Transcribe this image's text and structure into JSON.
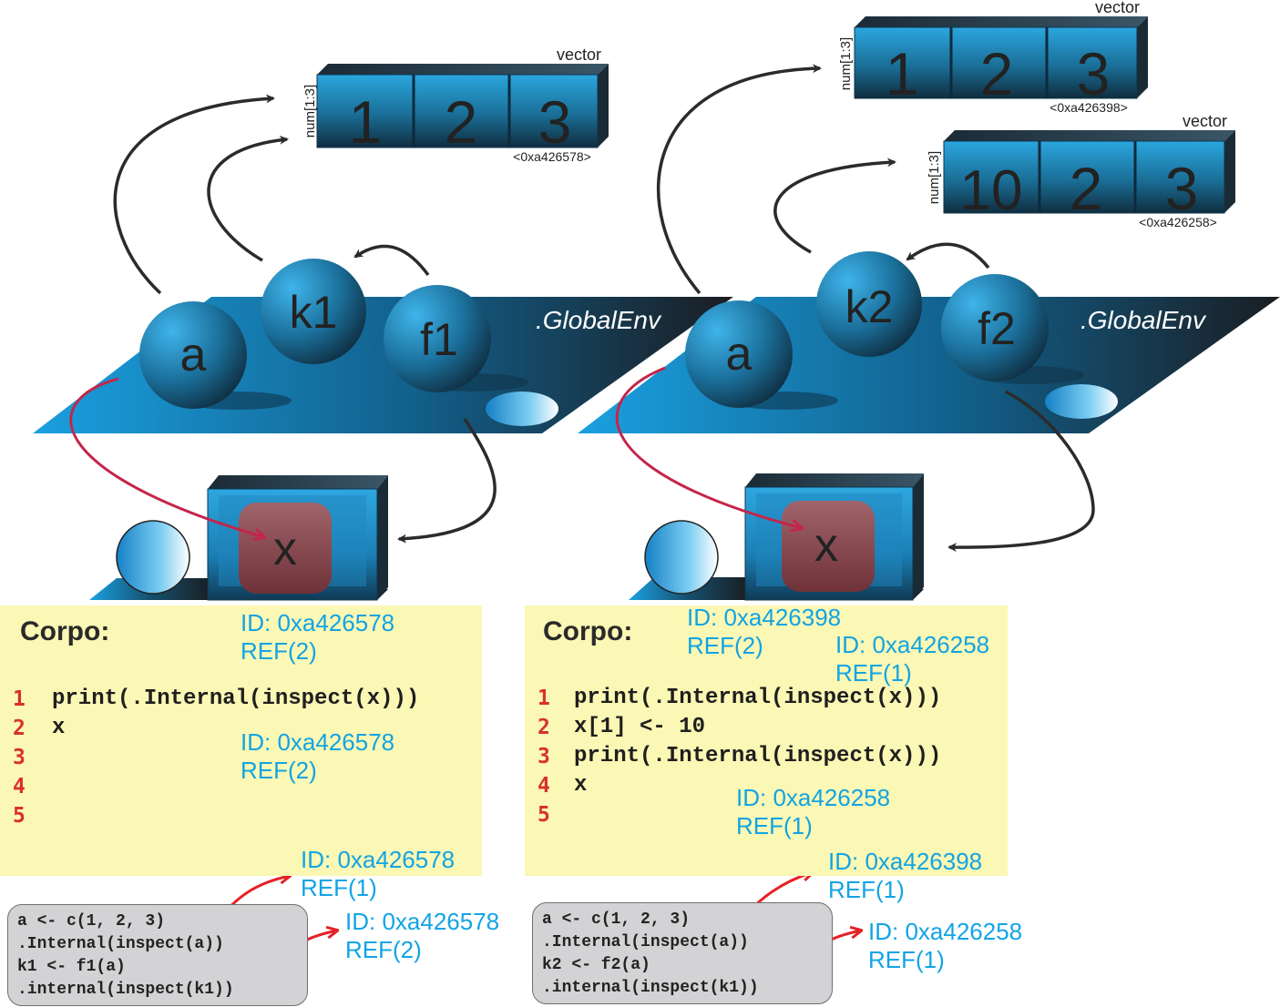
{
  "colors": {
    "cell_blue": "#1c8fc4",
    "env_blue": "#1aa0e0",
    "dark": "#1a1a1a",
    "arrow_dark": "#2b2b2b",
    "arrow_red": "#e52226",
    "arrow_crimson": "#c4254a",
    "panel_yellow": "#fbf7b4",
    "id_text_blue": "#12a4e4",
    "line_number_red": "#d8302e",
    "console_gray": "#d3d3d5",
    "x_box": "#8e4e55"
  },
  "vectors": [
    {
      "label": "vector",
      "type": "num[1:3]",
      "values": [
        "1",
        "2",
        "3"
      ],
      "address": "<0xa426578>"
    },
    {
      "label": "vector",
      "type": "num[1:3]",
      "values": [
        "1",
        "2",
        "3"
      ],
      "address": "<0xa426398>"
    },
    {
      "label": "vector",
      "type": "num[1:3]",
      "values": [
        "10",
        "2",
        "3"
      ],
      "address": "<0xa426258>"
    }
  ],
  "environments": [
    {
      "name": ".GlobalEnv",
      "objects": [
        "a",
        "k1",
        "f1"
      ],
      "function_var": "x"
    },
    {
      "name": ".GlobalEnv",
      "objects": [
        "a",
        "k2",
        "f2"
      ],
      "function_var": "x"
    }
  ],
  "panels": [
    {
      "title": "Corpo:",
      "line_numbers": [
        "1",
        "2",
        "3",
        "4",
        "5"
      ],
      "code": [
        "print(.Internal(inspect(x)))",
        "x"
      ],
      "ids": [
        {
          "id": "ID: 0xa426578",
          "ref": "REF(2)"
        },
        {
          "id": "ID: 0xa426578",
          "ref": "REF(2)"
        }
      ]
    },
    {
      "title": "Corpo:",
      "line_numbers": [
        "1",
        "2",
        "3",
        "4",
        "5"
      ],
      "code": [
        "print(.Internal(inspect(x)))",
        "x[1] <- 10",
        "print(.Internal(inspect(x)))",
        "x"
      ],
      "ids": [
        {
          "id": "ID: 0xa426398",
          "ref": "REF(2)"
        },
        {
          "id": "ID: 0xa426258",
          "ref": "REF(1)"
        },
        {
          "id": "ID: 0xa426258",
          "ref": "REF(1)"
        }
      ]
    }
  ],
  "consoles": [
    {
      "lines": [
        "a <- c(1, 2, 3)",
        ".Internal(inspect(a))",
        "k1 <- f1(a)",
        ".internal(inspect(k1))"
      ],
      "ids": [
        {
          "id": "ID: 0xa426578",
          "ref": "REF(1)"
        },
        {
          "id": "ID: 0xa426578",
          "ref": "REF(2)"
        }
      ]
    },
    {
      "lines": [
        "a <- c(1, 2, 3)",
        ".Internal(inspect(a))",
        "k2 <- f2(a)",
        ".internal(inspect(k1))"
      ],
      "ids": [
        {
          "id": "ID: 0xa426398",
          "ref": "REF(1)"
        },
        {
          "id": "ID: 0xa426258",
          "ref": "REF(1)"
        }
      ]
    }
  ]
}
